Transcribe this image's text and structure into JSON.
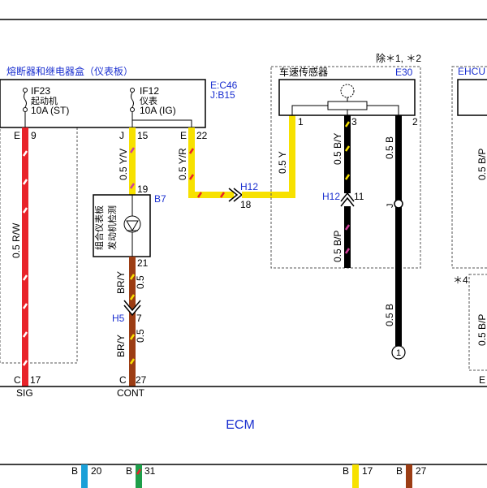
{
  "fuse_box": {
    "title": "熔断器和继电器盒（仪表板）",
    "fuse1": {
      "name": "IF23",
      "desc": "起动机",
      "rating": "10A (ST)"
    },
    "fuse2": {
      "name": "IF12",
      "desc": "仪表",
      "rating": "10A (IG)"
    },
    "conn1": "E:C46",
    "conn2": "J:B15"
  },
  "speed_sensor": {
    "title": "车速传感器",
    "code": "E30",
    "note": "除＊1, ＊2"
  },
  "ehcu": {
    "label": "EHCU"
  },
  "star4": "＊4",
  "cluster": {
    "code": "B7",
    "label1": "组合仪表板",
    "label2": "发动机检测"
  },
  "ecm": {
    "label": "ECM",
    "pin_sig": "SIG",
    "pin_cont": "CONT"
  },
  "connectors": {
    "h12": "H12",
    "h12_pin18": "18",
    "h12b": "H12",
    "h12b_pin11": "11",
    "h5": "H5",
    "h5_pin7": "7"
  },
  "pins": {
    "e9_letter": "E",
    "e9_num": "9",
    "j15_letter": "J",
    "j15_num": "15",
    "e22_letter": "E",
    "e22_num": "22",
    "p19": "19",
    "p21": "21",
    "s1": "1",
    "s3": "3",
    "s2": "2",
    "c17_letter": "C",
    "c17_num": "17",
    "c27_letter": "C",
    "c27_num": "27",
    "b20_letter": "B",
    "b20_num": "20",
    "b31_letter": "B",
    "b31_num": "31",
    "b17_letter": "B",
    "b17_num": "17",
    "b27_letter": "B",
    "b27_num": "27",
    "splice_j": "J",
    "ground": "1",
    "e_right": "E"
  },
  "wires": {
    "rw": "0.5 R/W",
    "yv": "0.5 Y/V",
    "yr": "0.5 Y/R",
    "y": "0.5 Y",
    "by": "0.5 B/Y",
    "b": "0.5 B",
    "bp": "0.5 B/P",
    "bb": "0.5 B",
    "bry1": "BR/Y",
    "bry1_size": "0.5",
    "bry2": "BR/Y",
    "bry2_size": "0.5",
    "bp_right1": "0.5 B/P",
    "bp_right2": "0.5 B/P"
  },
  "colors": {
    "red": "#e8232a",
    "yellow": "#f7e100",
    "black": "#000000",
    "brown": "#9c3d14",
    "magenta": "#d0409a",
    "cyan": "#1aa0d8",
    "green": "#1e9e4a",
    "blue_text": "#1a2fd0"
  }
}
